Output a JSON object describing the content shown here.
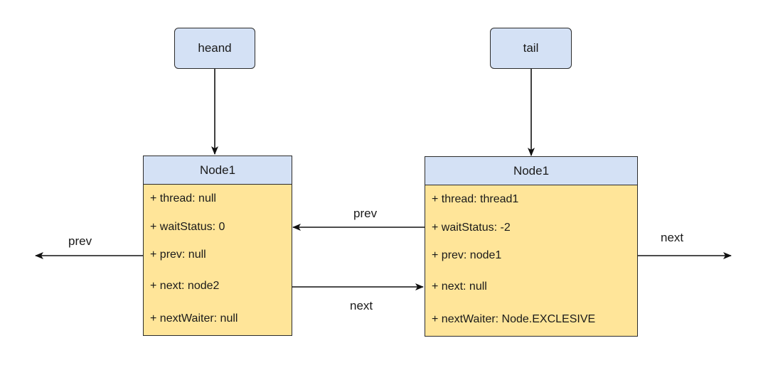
{
  "pointers": {
    "head": "heand",
    "tail": "tail"
  },
  "nodes": [
    {
      "title": "Node1",
      "fields": [
        "+ thread: null",
        "+ waitStatus: 0",
        "+ prev: null",
        "+ next: node2",
        "+ nextWaiter: null"
      ]
    },
    {
      "title": "Node1",
      "fields": [
        "+ thread: thread1",
        "+ waitStatus: -2",
        "+ prev: node1",
        "+ next: null",
        "+ nextWaiter: Node.EXCLESIVE"
      ]
    }
  ],
  "edge_labels": {
    "left_prev": "prev",
    "middle_prev": "prev",
    "middle_next": "next",
    "right_next": "next"
  },
  "colors": {
    "pointer_fill": "#d4e1f5",
    "node_header_fill": "#d4e1f5",
    "node_body_fill": "#ffe599",
    "stroke": "#2b2b2b"
  }
}
